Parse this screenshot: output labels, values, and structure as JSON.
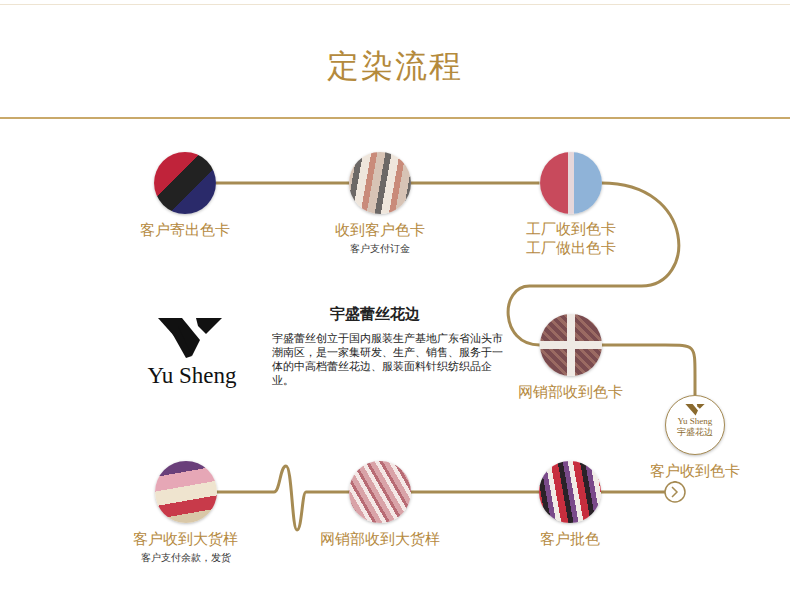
{
  "diagram": {
    "title": "定染流程",
    "nodes": [
      {
        "text": [
          "客户寄出色卡"
        ]
      },
      {
        "text": [
          "收到客户色卡",
          "客户支付订金"
        ]
      },
      {
        "text": [
          "工厂收到色卡 工厂做出色卡"
        ]
      },
      {
        "text": [
          "网销部收到色卡"
        ]
      },
      {
        "text": [
          "Yu Sheng",
          "宇盛花边",
          "客户收到色卡"
        ]
      },
      {
        "text": [
          "客户批色"
        ]
      },
      {
        "text": [
          "网销部收到大货样"
        ]
      },
      {
        "text": [
          "客户收到大货样",
          "客户支付余款，发货"
        ]
      }
    ],
    "edges": [
      {
        "from": 0,
        "to": 1,
        "arrow": "none"
      },
      {
        "from": 1,
        "to": 2,
        "arrow": "none"
      },
      {
        "from": 2,
        "to": 3,
        "arrow": "none"
      },
      {
        "from": 3,
        "to": 4,
        "arrow": "none"
      },
      {
        "from": 4,
        "to": 5,
        "arrow": "none"
      },
      {
        "from": 5,
        "to": 6,
        "arrow": "none"
      },
      {
        "from": 6,
        "to": 7,
        "arrow": "none"
      }
    ],
    "labels": [
      "Yu Sheng",
      "宇盛蕾丝花边",
      "宇盛蕾丝创立于国内服装生产基地广东省汕头市潮南区，是一家集研发、生产、销售、服务于一体的中高档蕾丝花边、服装面料针织纺织品企业。"
    ]
  }
}
